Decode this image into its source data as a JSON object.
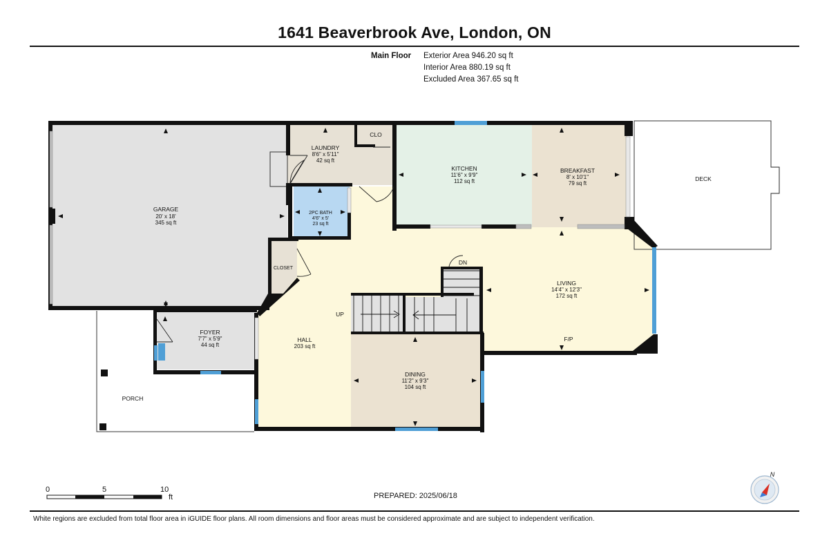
{
  "title": "1641 Beaverbrook Ave, London, ON",
  "floor": {
    "name": "Main Floor",
    "areas": [
      "Exterior Area 946.20 sq ft",
      "Interior Area 880.19 sq ft",
      "Excluded Area 367.65 sq ft"
    ]
  },
  "rooms": {
    "garage": {
      "name": "GARAGE",
      "dims": "20' x 18'",
      "area": "345 sq ft"
    },
    "laundry": {
      "name": "LAUNDRY",
      "dims": "8'6\" x 5'11\"",
      "area": "42 sq ft"
    },
    "clo": {
      "name": "CLO"
    },
    "kitchen": {
      "name": "KITCHEN",
      "dims": "11'6\" x 9'9\"",
      "area": "112 sq ft"
    },
    "breakfast": {
      "name": "BREAKFAST",
      "dims": "8' x 10'1\"",
      "area": "79 sq ft"
    },
    "deck": {
      "name": "DECK"
    },
    "bath": {
      "name": "2PC BATH",
      "dims": "4'6\" x 5'",
      "area": "23 sq ft"
    },
    "closet": {
      "name": "CLOSET"
    },
    "living": {
      "name": "LIVING",
      "dims": "14'4\" x 12'3\"",
      "area": "172 sq ft"
    },
    "foyer": {
      "name": "FOYER",
      "dims": "7'7\" x 5'9\"",
      "area": "44 sq ft"
    },
    "hall": {
      "name": "HALL",
      "area": "203 sq ft"
    },
    "dining": {
      "name": "DINING",
      "dims": "11'2\" x 9'3\"",
      "area": "104 sq ft"
    },
    "porch": {
      "name": "PORCH"
    }
  },
  "labels": {
    "up": "UP",
    "down": "DN",
    "fireplace": "F/P"
  },
  "scale": {
    "ticks": [
      "0",
      "5",
      "10"
    ],
    "unit": "ft"
  },
  "compass": {
    "north": "N"
  },
  "prepared": "PREPARED: 2025/06/18",
  "disclaimer": "White regions are excluded from total floor area in iGUIDE floor plans. All room dimensions and floor areas must be considered approximate and are subject to independent verification.",
  "colors": {
    "wall": "#111111",
    "window": "#4f9fd6",
    "hall_living": "#fdf8dc",
    "kitchen": "#e4f1e7",
    "breakfast_dining": "#ebe2d1",
    "laundry_closet": "#e7e1d5",
    "bath": "#b8d8f2",
    "garage_foyer_stairs": "#e2e2e2",
    "excluded": "#ffffff"
  }
}
